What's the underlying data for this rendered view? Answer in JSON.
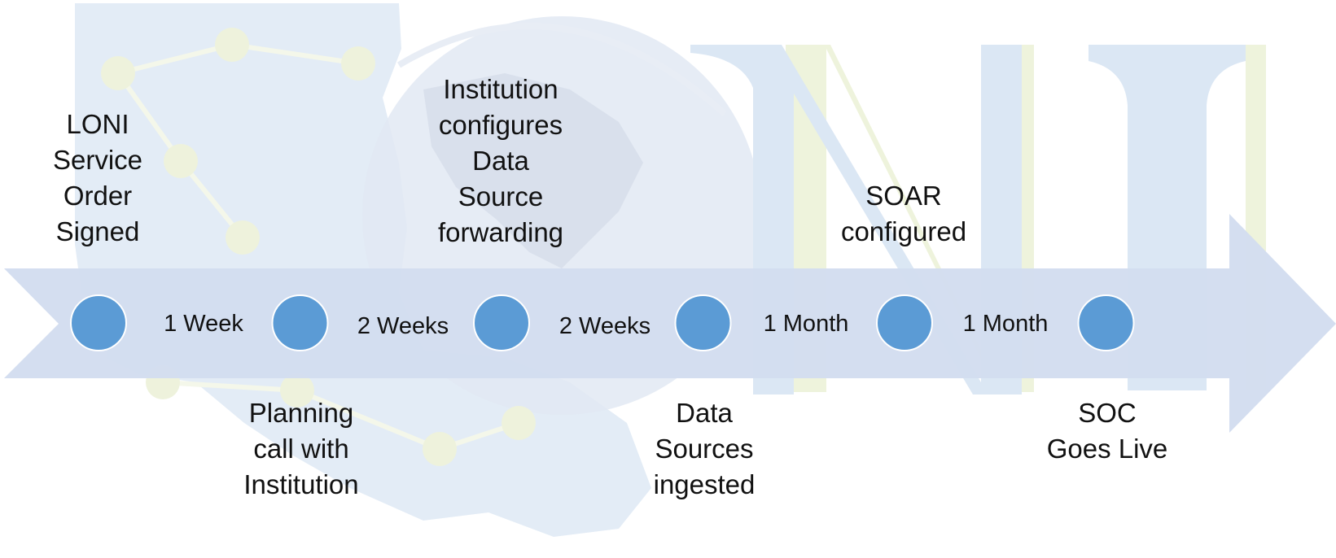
{
  "milestones": [
    {
      "label": "LONI\nService\nOrder\nSigned"
    },
    {
      "label": "Planning\ncall with\nInstitution"
    },
    {
      "label": "Institution\nconfigures\nData\nSource\nforwarding"
    },
    {
      "label": "Data\nSources\ningested"
    },
    {
      "label": "SOAR\nconfigured"
    },
    {
      "label": "SOC\nGoes Live"
    }
  ],
  "durations": [
    {
      "label": "1 Week"
    },
    {
      "label": "2 Weeks"
    },
    {
      "label": "2 Weeks"
    },
    {
      "label": "1 Month"
    },
    {
      "label": "1 Month"
    }
  ],
  "watermark": {
    "text": "NI"
  },
  "colors": {
    "arrow": "#d3ddef",
    "node_fill": "#5b9bd5",
    "node_stroke": "#ffffff",
    "watermark_blue": "#dbe7f4",
    "watermark_yellow": "#eef3dc",
    "map_fill": "#e3ecf6",
    "globe_fill": "#e2e9f3",
    "text": "#111111"
  }
}
